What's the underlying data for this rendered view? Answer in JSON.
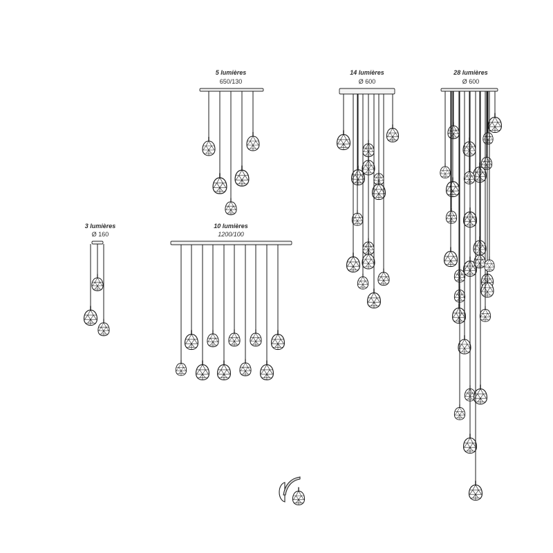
{
  "fixtures": [
    {
      "name": "5 lumières",
      "dim": "650/130"
    },
    {
      "name": "14 lumières",
      "dim": "Ø 600"
    },
    {
      "name": "28 lumières",
      "dim": "Ø 600"
    },
    {
      "name": "3 lumières",
      "dim": "Ø 160"
    },
    {
      "name": "10 lumières",
      "dim": "1200/100"
    }
  ]
}
